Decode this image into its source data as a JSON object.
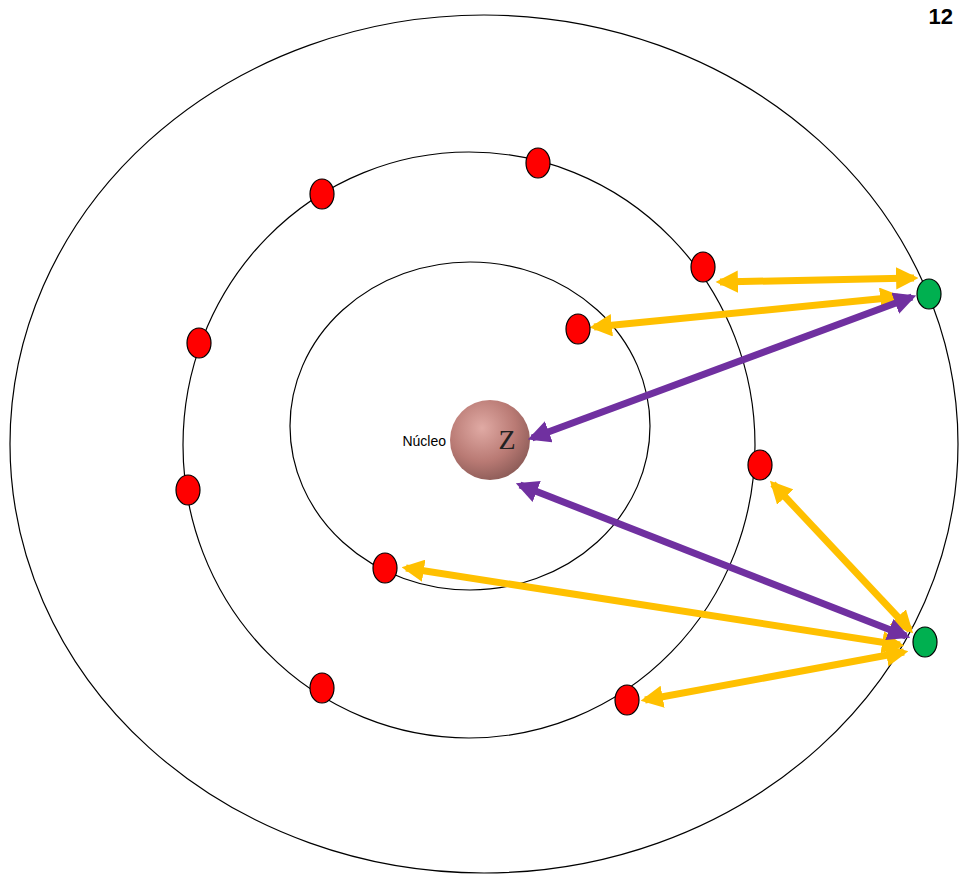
{
  "diagram": {
    "nodes": [
      {
        "text": [
          "Núcleo",
          "Z"
        ]
      }
    ],
    "labels": [
      "12"
    ]
  }
}
